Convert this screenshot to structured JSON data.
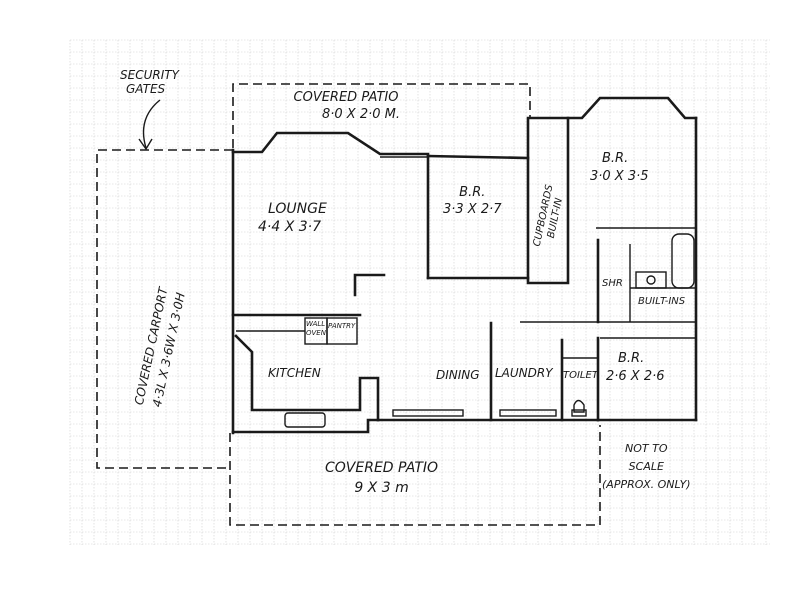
{
  "labels": {
    "security_gates": [
      "SECURITY",
      "GATES"
    ],
    "patio_top": {
      "name": "COVERED PATIO",
      "size": "8·0 X 2·0 M."
    },
    "lounge": {
      "name": "LOUNGE",
      "size": "4·4 X 3·7"
    },
    "br_middle": {
      "name": "B.R.",
      "size": "3·3 X 2·7"
    },
    "br_right_top": {
      "name": "B.R.",
      "size": "3·0 X 3·5"
    },
    "cupboards": [
      "CUPBOARDS",
      "BUILT-IN"
    ],
    "shr": "SHR",
    "built_ins": "BUILT-INS",
    "wall_oven": [
      "WALL",
      "OVEN"
    ],
    "pantry": "PANTRY",
    "kitchen": "KITCHEN",
    "dining": "DINING",
    "laundry": "LAUNDRY",
    "toilet": "TOILET",
    "br_small": {
      "name": "B.R.",
      "size": "2·6 X 2·6"
    },
    "carport": {
      "name": "COVERED CARPORT",
      "size": "4·3L X 3·6W X 3·0H"
    },
    "patio_bottom": {
      "name": "COVERED PATIO",
      "size": "9 X 3 m"
    },
    "not_to_scale": [
      "NOT TO",
      "SCALE",
      "(APPROX. ONLY)"
    ]
  }
}
